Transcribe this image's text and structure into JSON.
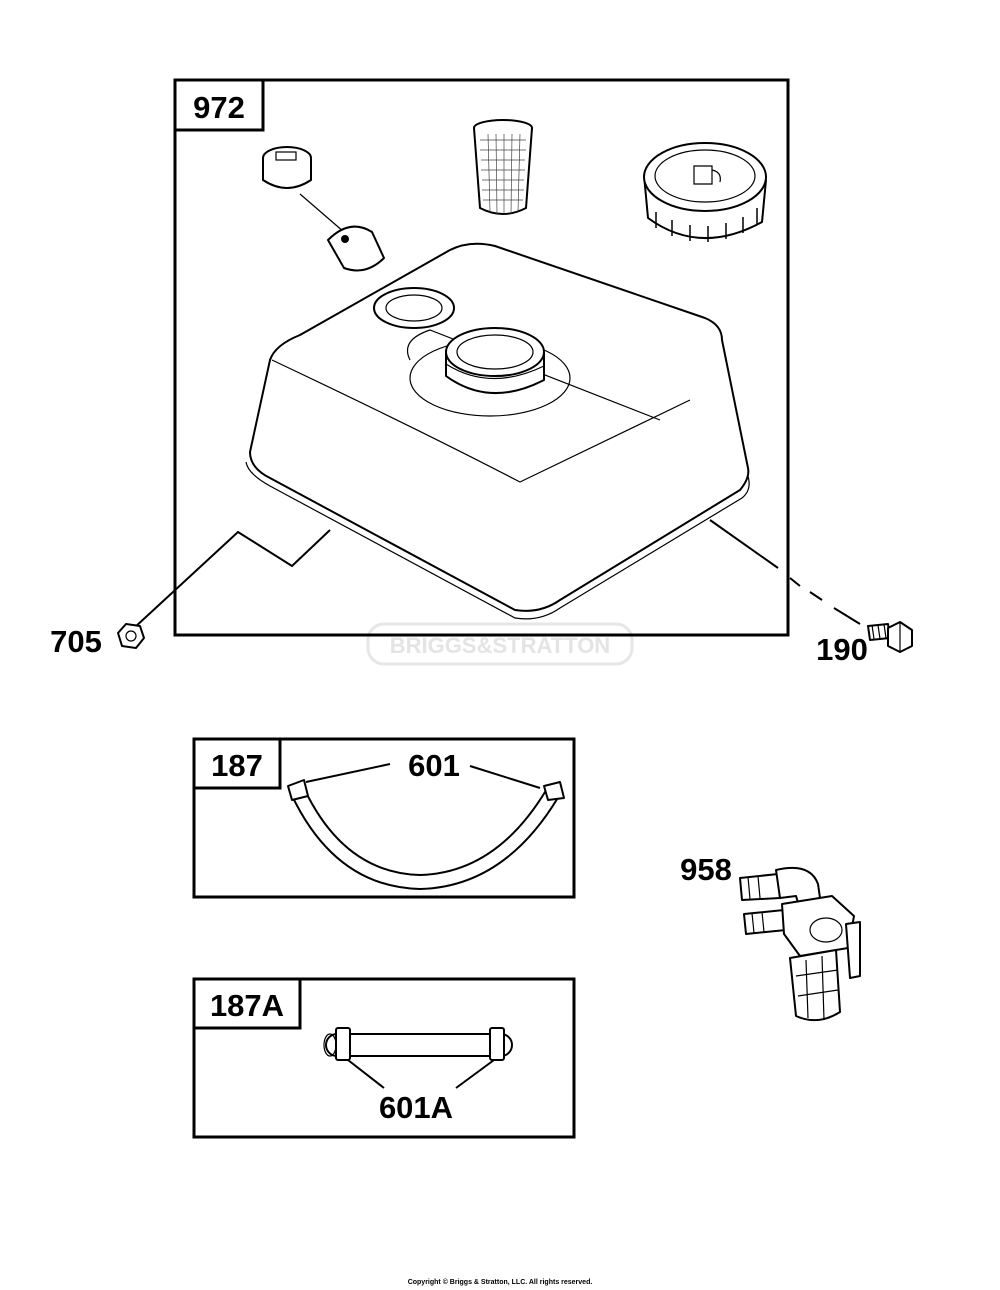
{
  "labels": {
    "box_972": "972",
    "part_705": "705",
    "part_190": "190",
    "box_187": "187",
    "part_601": "601",
    "box_187A": "187A",
    "part_601A": "601A",
    "part_958": "958"
  },
  "watermark": "BRIGGS&STRATTON",
  "copyright": "Copyright © Briggs & Stratton, LLC. All rights reserved."
}
